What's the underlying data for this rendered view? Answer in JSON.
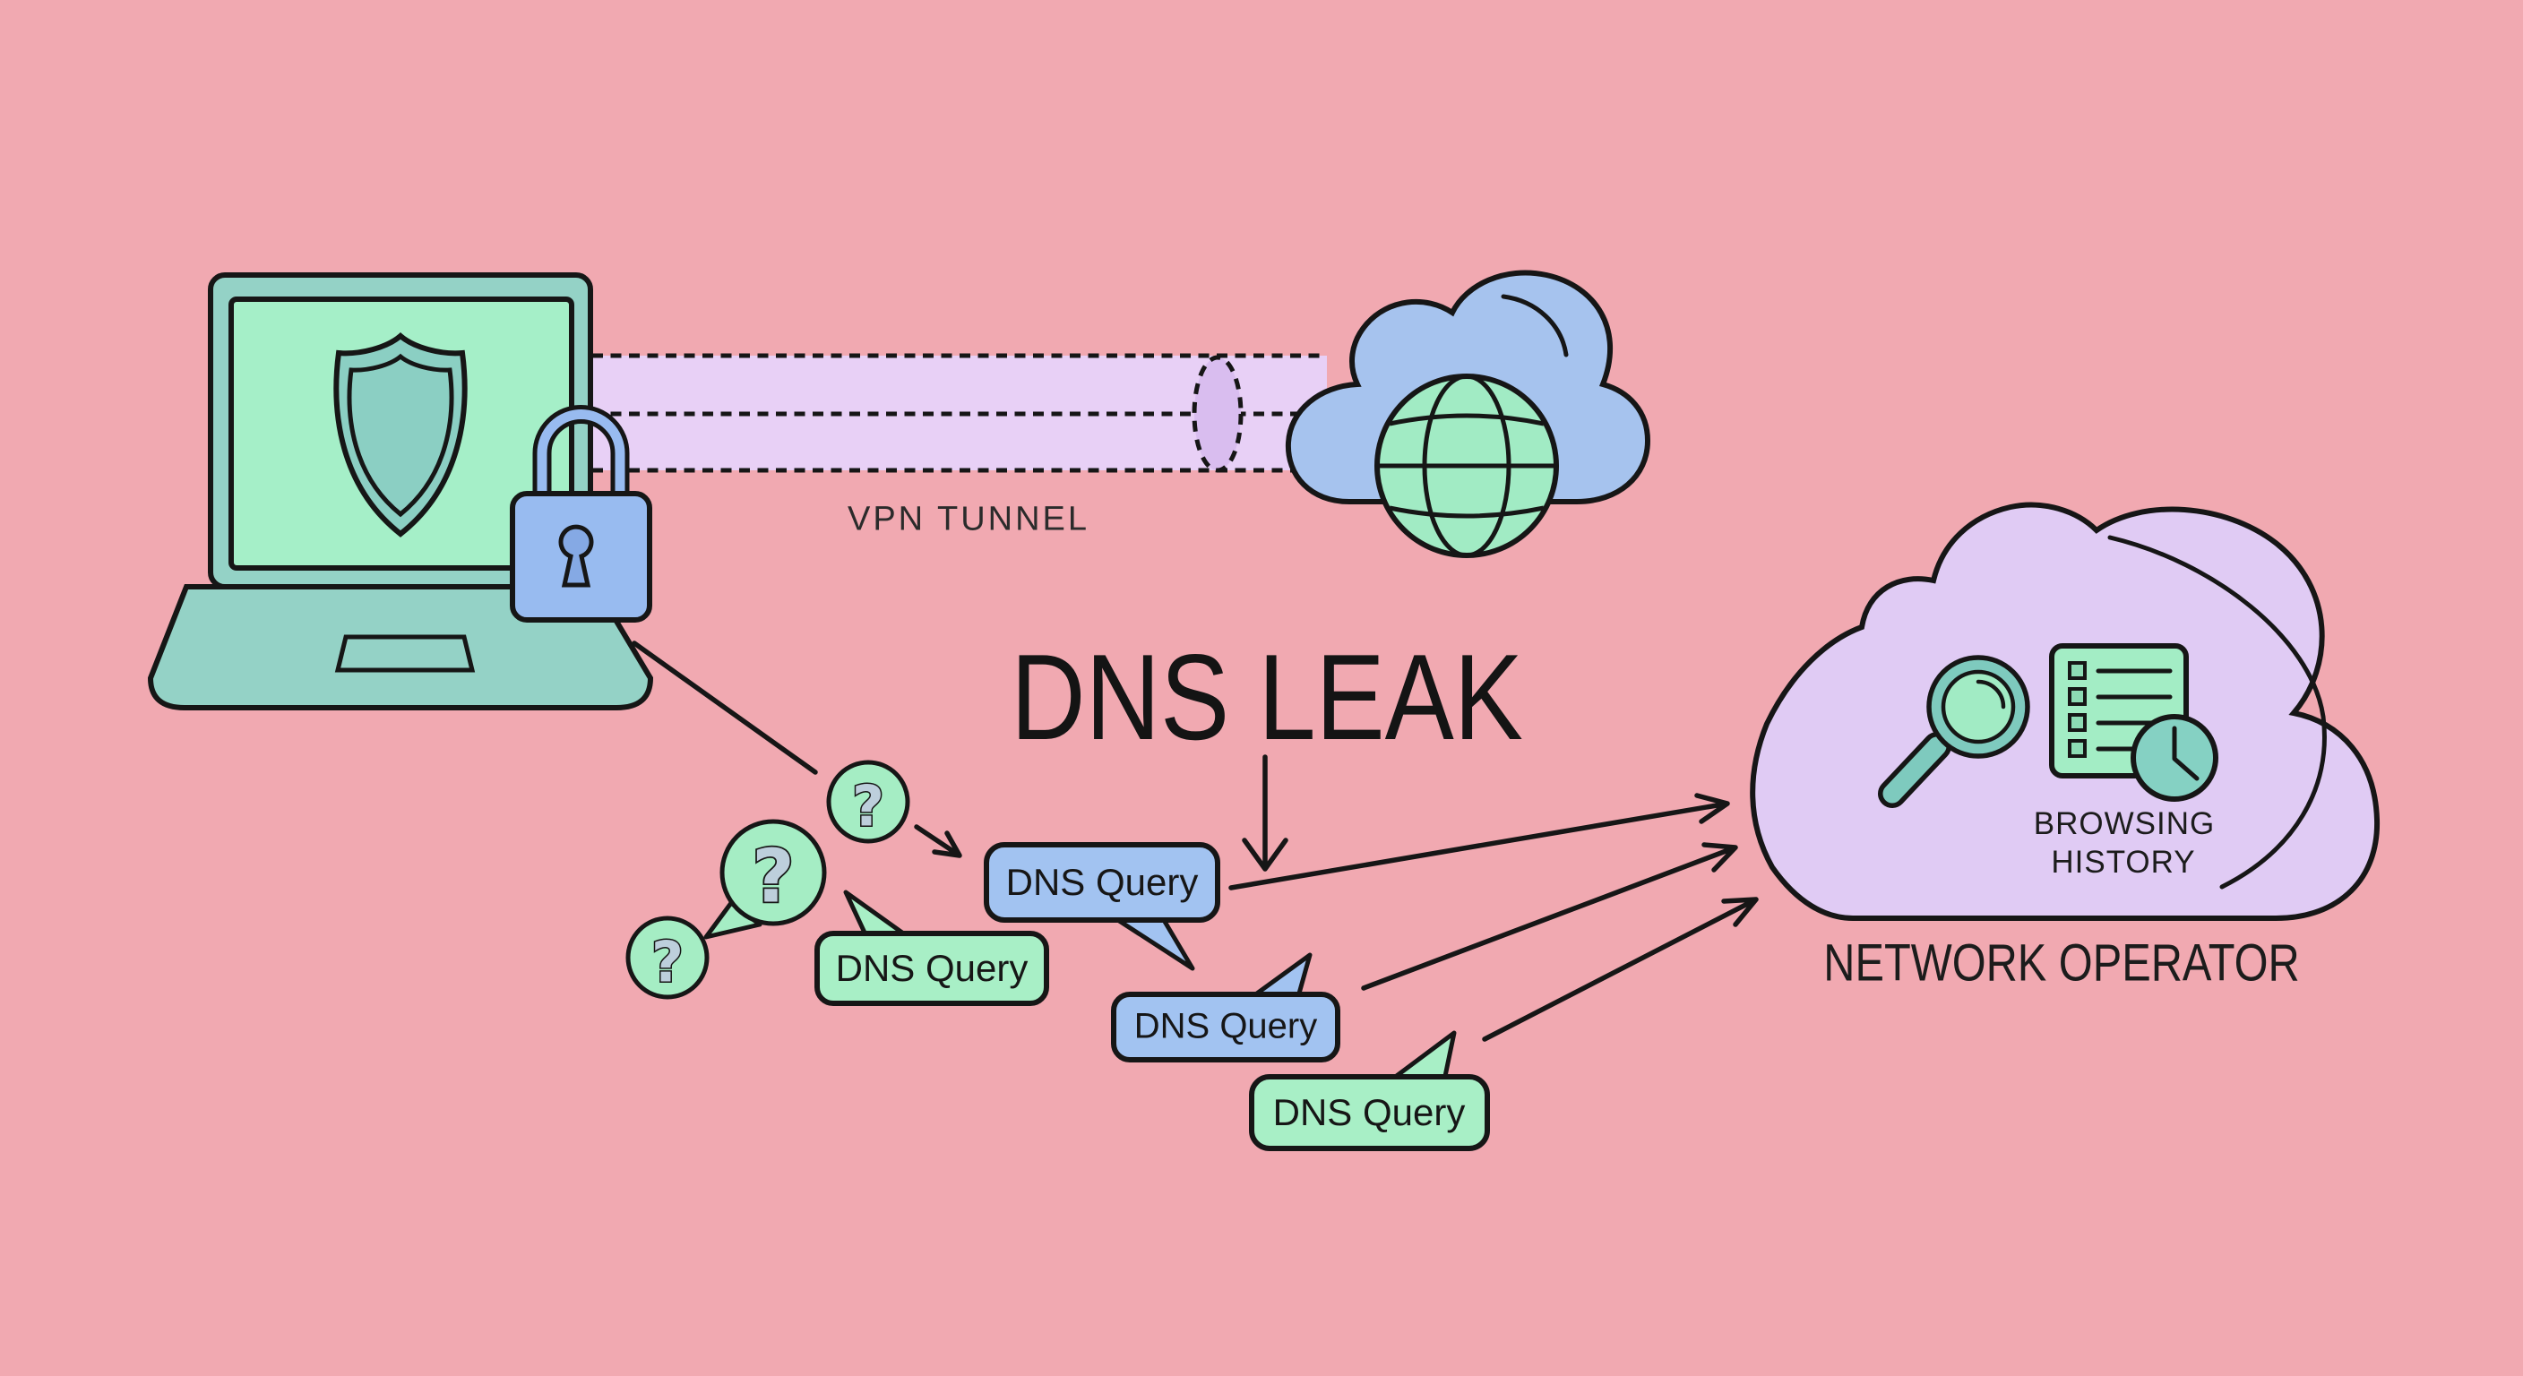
{
  "diagram": {
    "title": "DNS LEAK",
    "subject": "VPN DNS leak illustration"
  },
  "vpn_tunnel": {
    "label": "VPN TUNNEL"
  },
  "question_mark_glyph": "?",
  "query_bubbles": [
    {
      "label": "DNS Query",
      "style": "blue"
    },
    {
      "label": "DNS Query",
      "style": "green"
    },
    {
      "label": "DNS Query",
      "style": "blue"
    },
    {
      "label": "DNS Query",
      "style": "green"
    }
  ],
  "network_operator": {
    "caption": "NETWORK OPERATOR",
    "history_line1": "BROWSING",
    "history_line2": "HISTORY"
  },
  "icons": {
    "laptop": "laptop-with-shield",
    "shield": "shield-icon",
    "padlock": "padlock-icon",
    "internet_cloud": "cloud-with-globe",
    "globe": "globe-icon",
    "magnifier": "search-icon",
    "history_list": "list-icon",
    "clock": "clock-icon"
  },
  "colors": {
    "background": "#f1a9b1",
    "outline": "#161616",
    "laptop_teal": "#94d2c6",
    "screen_mint": "#a5efc8",
    "padlock_blue": "#98bbf0",
    "tunnel_lavender": "#e8d0f6",
    "cloud_blue": "#a6c3ee",
    "globe_mint": "#a1ebc4",
    "network_cloud_lavender": "#e0cbf4",
    "bubble_green": "#a8efc6",
    "bubble_blue": "#a2c3f1",
    "question_fill": "#bdcfdc"
  }
}
